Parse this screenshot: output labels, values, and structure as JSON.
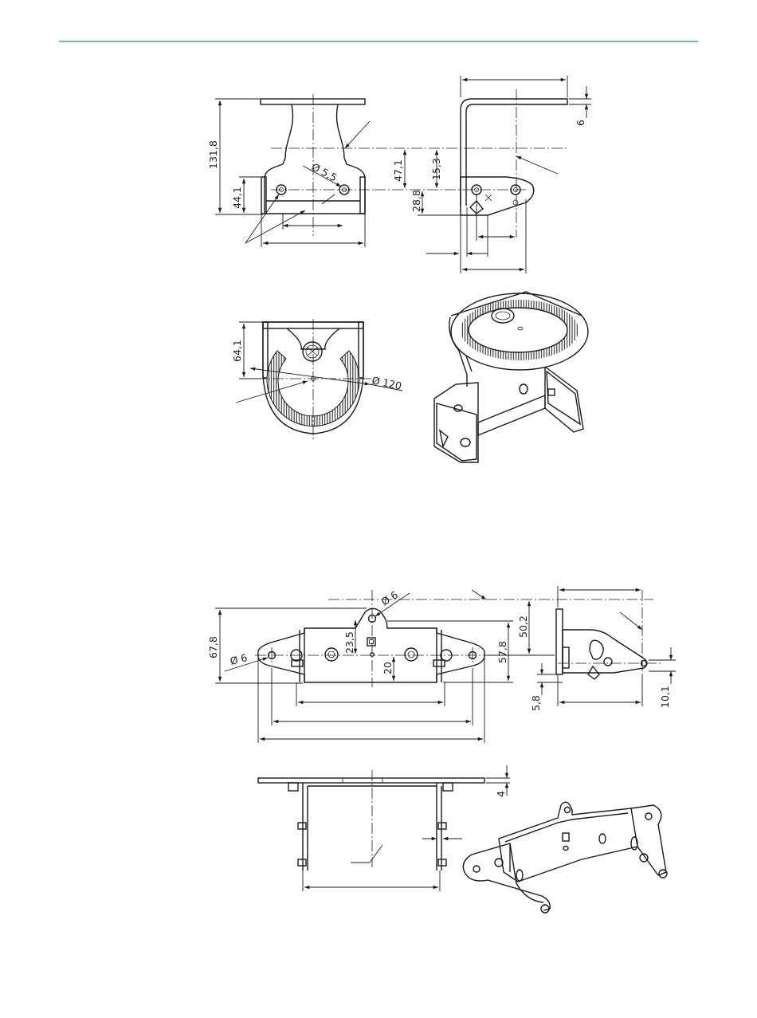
{
  "header": {
    "rule_color": "#1a8a94"
  },
  "figure_1": {
    "dims": {
      "d_131_8": "131,8",
      "d_44_1": "44,1",
      "d_5_5": "Ø 5,5",
      "d_47_1": "47,1",
      "d_15_3": "15,3",
      "d_28_8": "28,8",
      "d_6": "6",
      "d_64_1": "64,1",
      "d_120": "Ø 120"
    }
  },
  "figure_2": {
    "dims": {
      "d_67_8": "67,8",
      "d_6_left": "Ø 6",
      "d_6_top": "Ø 6",
      "d_23_5": "23,5",
      "d_20": "20",
      "d_57_8": "57,8",
      "d_50_2": "50,2",
      "d_5_8": "5,8",
      "d_10_1": "10,1",
      "d_4": "4"
    }
  }
}
